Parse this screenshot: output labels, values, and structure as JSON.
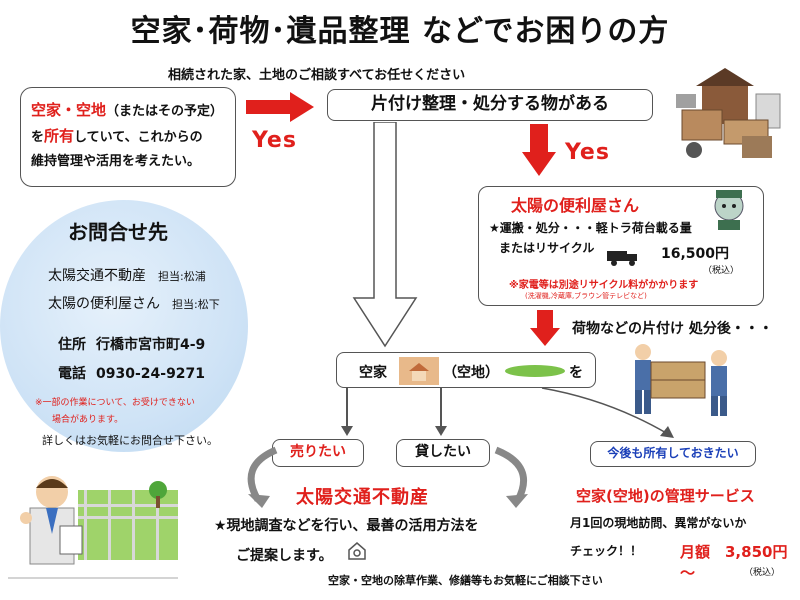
{
  "title": "空家･荷物･遺品整理 などでお困りの方",
  "subtitle": "相続された家、土地のご相談すべてお任せください",
  "owner_box": {
    "line1_red": "空家・空地",
    "line1_rest": "（またはその予定）",
    "line2_pre": "を",
    "line2_red": "所有",
    "line2_post": "していて、これからの",
    "line3": "維持管理や活用を考えたい。"
  },
  "yes1": "Yes",
  "yes2": "Yes",
  "sort_box": "片付け整理・処分する物がある",
  "benriya": {
    "title": "太陽の便利屋さん",
    "line1": "★運搬・処分・・・軽トラ荷台載る量",
    "line2": "またはリサイクル",
    "price": "16,500円",
    "tax": "（税込）",
    "note1": "※家電等は別途リサイクル料がかかります",
    "note2": "(洗濯機,冷蔵庫,ブラウン管テレビなど)"
  },
  "after_text": "荷物などの片付け 処分後・・・",
  "contact": {
    "heading": "お問合せ先",
    "company1": "太陽交通不動産",
    "rep1": "担当:松浦",
    "company2": "太陽の便利屋さん",
    "rep2": "担当:松下",
    "address_label": "住所",
    "address": "行橋市宮市町4-9",
    "phone_label": "電話",
    "phone": "0930-24-9271",
    "note1": "※一部の作業について、お受けできない",
    "note2": "場合があります。",
    "note3": "詳しくはお気軽にお問合せ下さい。"
  },
  "akiya_box": {
    "label1": "空家",
    "label2": "（空地）",
    "label3": "を"
  },
  "sell": "売りたい",
  "rent": "貸したい",
  "keep": "今後も所有しておきたい",
  "realestate": {
    "title": "太陽交通不動産",
    "line1": "★現地調査などを行い、最善の活用方法を",
    "line2": "ご提案します。"
  },
  "management": {
    "title": "空家(空地)の管理サービス",
    "line1": "月1回の現地訪問、異常がないか",
    "line2": "チェック！！",
    "price": "月額　3,850円～",
    "tax": "（税込）"
  },
  "footer": "空家・空地の除草作業、修繕等もお気軽にご相談下さい"
}
